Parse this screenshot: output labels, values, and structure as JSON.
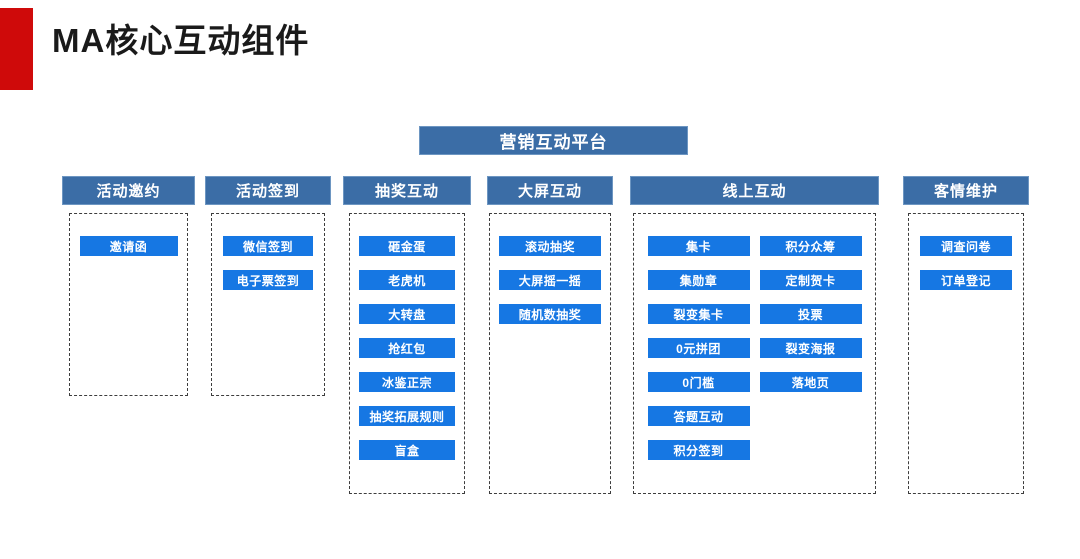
{
  "title": "MA核心互动组件",
  "colors": {
    "accent_red": "#cf0a0a",
    "header_blue": "#3b6da6",
    "item_blue": "#1677e3",
    "dashed_border": "#3d3d3d",
    "background": "#ffffff"
  },
  "diagram": {
    "type": "hierarchy",
    "root": {
      "label": "营销互动平台"
    },
    "columns": [
      {
        "header": "活动邀约",
        "groups": [
          {
            "items": [
              "邀请函"
            ]
          }
        ]
      },
      {
        "header": "活动签到",
        "groups": [
          {
            "items": [
              "微信签到",
              "电子票签到"
            ]
          }
        ]
      },
      {
        "header": "抽奖互动",
        "groups": [
          {
            "items": [
              "砸金蛋",
              "老虎机",
              "大转盘",
              "抢红包",
              "冰鉴正宗",
              "抽奖拓展规则",
              "盲盒"
            ]
          }
        ]
      },
      {
        "header": "大屏互动",
        "groups": [
          {
            "items": [
              "滚动抽奖",
              "大屏摇一摇",
              "随机数抽奖"
            ]
          }
        ]
      },
      {
        "header": "线上互动",
        "groups": [
          {
            "items": [
              "集卡",
              "集勋章",
              "裂变集卡",
              "0元拼团",
              "0门槛",
              "答题互动",
              "积分签到"
            ]
          },
          {
            "items": [
              "积分众筹",
              "定制贺卡",
              "投票",
              "裂变海报",
              "落地页"
            ]
          }
        ]
      },
      {
        "header": "客情维护",
        "groups": [
          {
            "items": [
              "调查问卷",
              "订单登记"
            ]
          }
        ]
      }
    ]
  }
}
